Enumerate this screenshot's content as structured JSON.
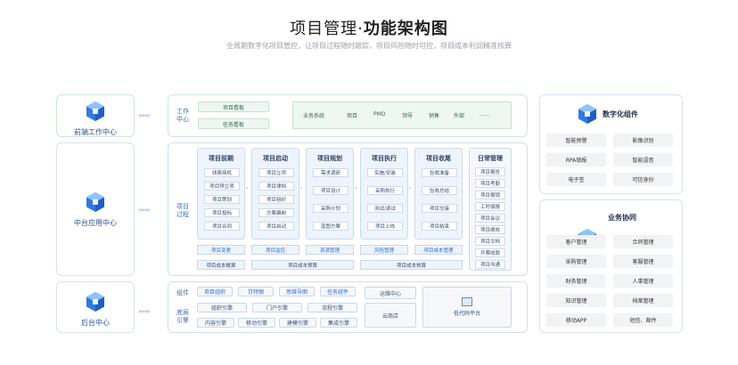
{
  "header": {
    "title_main": "项目管理·",
    "title_bold": "功能架构图",
    "subtitle": "全周期数字化项目管控，让项目过程随时跟踪，项目风险随时可控，项目成本利润精准核算"
  },
  "left": {
    "front": "前端工作中心",
    "middle": "中台应用中心",
    "back": "后台中心"
  },
  "work_center": {
    "label_line1": "工作",
    "label_line2": "中心",
    "boards": [
      "项目看板",
      "任务看板"
    ],
    "tags": [
      "业务系统",
      "项目",
      "PMO",
      "领导",
      "销售",
      "外部",
      "......"
    ]
  },
  "process": {
    "label_line1": "项目",
    "label_line2": "过程",
    "columns": [
      {
        "title": "项目前期",
        "items": [
          "线索商机",
          "项目预立项",
          "项目策划",
          "项目投标",
          "项目合同"
        ]
      },
      {
        "title": "项目启动",
        "items": [
          "项目立项",
          "项目律档",
          "项目组织",
          "方案编制",
          "项目启动"
        ]
      },
      {
        "title": "项目规划",
        "items": [
          "需求调研",
          "项目设计",
          "采购计划",
          "蓝图方案"
        ]
      },
      {
        "title": "项目执行",
        "items": [
          "实施/安装",
          "采购执行",
          "测试/调试",
          "项目上线"
        ]
      },
      {
        "title": "项目收尾",
        "items": [
          "验收准备",
          "验收总结",
          "项目交接",
          "项目结束"
        ]
      }
    ],
    "daily": {
      "title": "日常管理",
      "items": [
        "项目报告",
        "项目考勤",
        "项目报销",
        "工时填报",
        "项目会议",
        "项目绩效",
        "项目文档",
        "开票收款",
        "项目沟通"
      ]
    },
    "controls": [
      "项目变更",
      "项目监控",
      "资源管理",
      "风险管理",
      "项目成本管理"
    ],
    "costs": [
      "项目成本概算",
      "项目成本预算",
      "项目成本核算"
    ]
  },
  "backend": {
    "label_components": "组件",
    "label_engine_line1": "底层",
    "label_engine_line2": "引擎",
    "components": [
      "项目组织",
      "甘特图",
      "思维导图",
      "任务组件"
    ],
    "engines": [
      "组织引擎",
      "门户引擎",
      "流程引擎",
      "内容引擎",
      "移动引擎",
      "建模引擎",
      "集成引擎"
    ],
    "ops": [
      "运维中心",
      "云商店"
    ],
    "lowcode": "低代码平台"
  },
  "digital": {
    "title": "数字化组件",
    "items": [
      "智能预警",
      "影像识别",
      "RPA填报",
      "智能语音",
      "电子签",
      "可信身份"
    ]
  },
  "biz": {
    "title": "业务协同",
    "items": [
      "客户管理",
      "合同管理",
      "采购管理",
      "客服管理",
      "财务管理",
      "人事管理",
      "知识管理",
      "档案管理",
      "移动APP",
      "短信、邮件"
    ]
  },
  "colors": {
    "accent": "#2f6fce",
    "green_border": "#cfe7d6",
    "blue_border": "#cfe0ee"
  },
  "icons": {
    "cube": "cube-logo-icon",
    "arrow": "chevron-arrows-icon"
  }
}
